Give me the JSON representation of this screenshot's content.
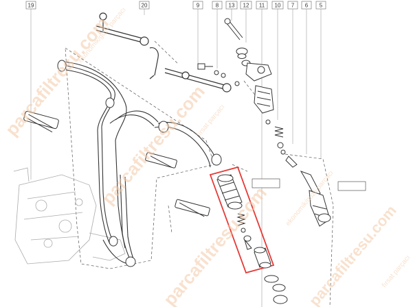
{
  "callouts": [
    "19",
    "20",
    "9",
    "8",
    "13",
    "12",
    "11",
    "10",
    "7",
    "6",
    "5"
  ],
  "watermark": {
    "brand": "parcafiltresu.com",
    "tagline": "ekonomik/güzli parçacı",
    "tagline_alt": "fırsat parçacı"
  },
  "highlight_color": "#e53935",
  "line_color": "#333333",
  "watermark_color": "#f3c9a6",
  "icons": [
    "injection-pump",
    "fuel-pipe-assembly",
    "pipe-clamp",
    "leak-off-rail",
    "banjo-bolt",
    "injector-holder",
    "nozzle",
    "washer",
    "spring"
  ]
}
